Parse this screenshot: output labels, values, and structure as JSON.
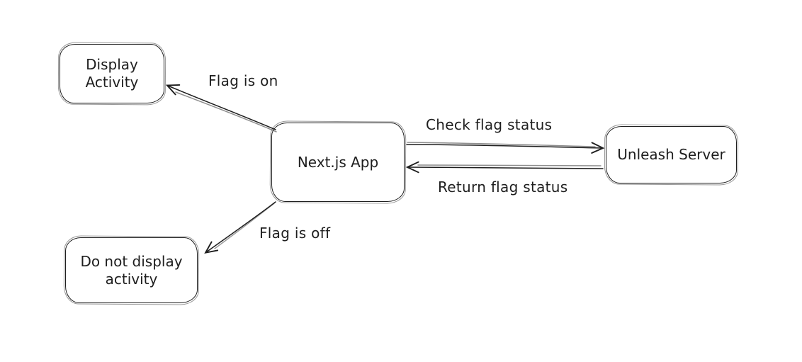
{
  "diagram": {
    "background": "#ffffff",
    "stroke_color": "#1e1e1e",
    "text_color": "#1e1e1e",
    "nodes": {
      "display_activity": {
        "line1": "Display",
        "line2": "Activity"
      },
      "nextjs_app": {
        "line1": "Next.js App"
      },
      "unleash_server": {
        "line1": "Unleash Server"
      },
      "do_not_display_activity": {
        "line1": "Do not display",
        "line2": "activity"
      }
    },
    "edges": {
      "flag_on": {
        "label": "Flag is on",
        "from": "nextjs_app",
        "to": "display_activity"
      },
      "flag_off": {
        "label": "Flag is off",
        "from": "nextjs_app",
        "to": "do_not_display_activity"
      },
      "check_flag_status": {
        "label": "Check flag status",
        "from": "nextjs_app",
        "to": "unleash_server"
      },
      "return_flag_status": {
        "label": "Return flag status",
        "from": "unleash_server",
        "to": "nextjs_app"
      }
    }
  }
}
